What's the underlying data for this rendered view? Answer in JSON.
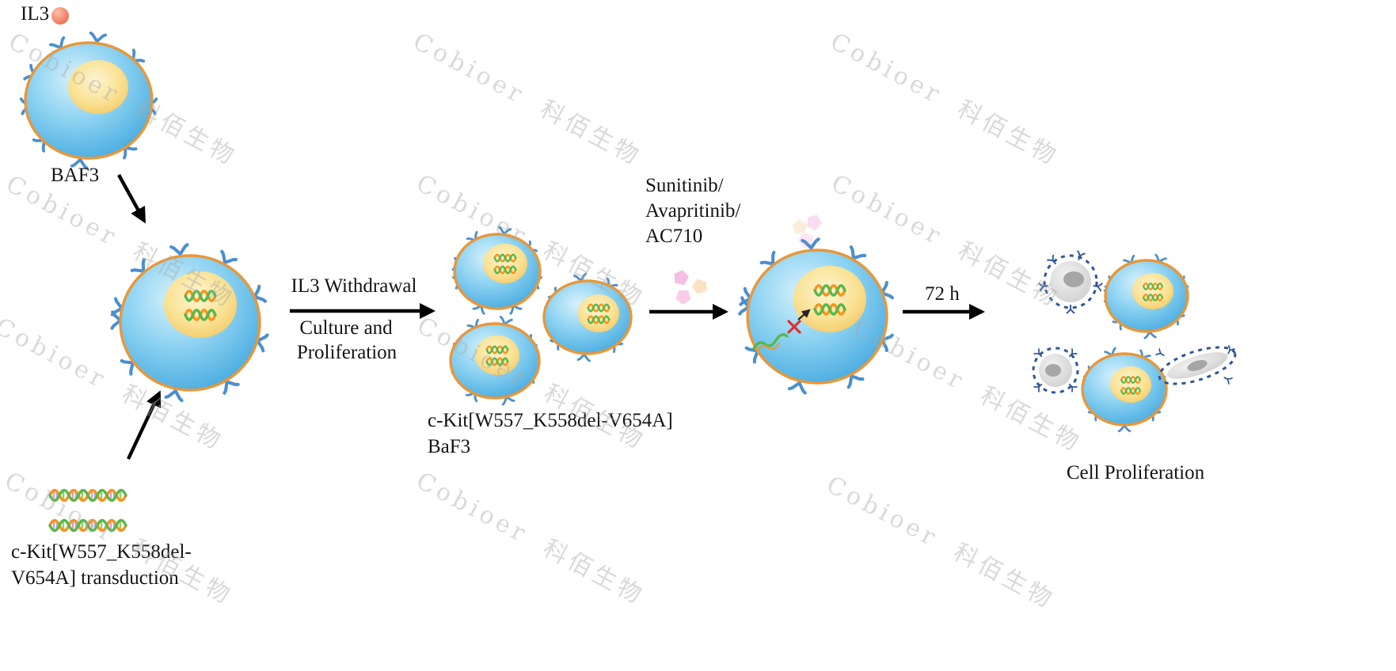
{
  "watermark": {
    "text": "Cobioer 科佰生物"
  },
  "labels": {
    "il3": "IL3",
    "baf3": "BAF3",
    "transduction_line1": "c-Kit[W557_K558del-",
    "transduction_line2": "V654A] transduction",
    "withdrawal": "IL3 Withdrawal",
    "culture_line1": "Culture and",
    "culture_line2": "Proliferation",
    "mutant_line1": "c-Kit[W557_K558del-V654A]",
    "mutant_line2": "BaF3",
    "drug_line1": "Sunitinib/",
    "drug_line2": "Avapritinib/",
    "drug_line3": "AC710",
    "time": "72 h",
    "result": "Cell Proliferation"
  },
  "icons": {
    "il3_ligand": "orange-sphere",
    "receptor": "y-shaped-receptor",
    "dna": "double-helix",
    "drug_molecule": "pentagon-molecule",
    "apoptotic_cell": "dashed-gray-cell"
  },
  "colors": {
    "membrane": "#e8973a",
    "cell_fill": "#5bbde9",
    "nucleus_fill": "#f8dd85",
    "receptor": "#4a8fd0",
    "dna_green": "#55b84c",
    "dna_orange": "#f5931f",
    "rung_pink": "#f292c2",
    "rung_blue": "#8fb6e8",
    "rung_green": "#9ccc65",
    "drug_pink": "#f6b7e1",
    "drug_peach": "#fbe0c0",
    "apoptotic_outline": "#2f5496",
    "arrow": "#000000",
    "inhibit_red": "#e03131",
    "text": "#141414",
    "watermark_gray": "#aaaaaa"
  }
}
